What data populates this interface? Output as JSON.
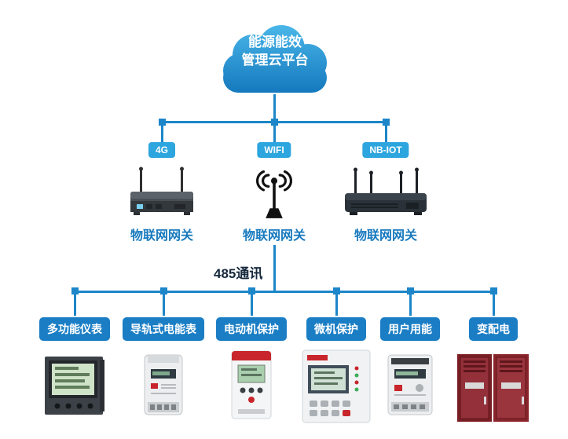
{
  "colors": {
    "line_blue": "#1c86c8",
    "badge_blue": "#2da5de",
    "pill_blue": "#1b7ec5",
    "cloud_blue_top": "#4cb9ea",
    "cloud_blue_bottom": "#0f72b9",
    "bus_text_dark": "#16293d",
    "cabinet_red": "#8a242b"
  },
  "cloud": {
    "title_line1": "能源能效",
    "title_line2": "管理云平台"
  },
  "gateways": [
    {
      "badge": "4G",
      "label": "物联网网关",
      "icon": "4g-router-icon"
    },
    {
      "badge": "WIFI",
      "label": "物联网网关",
      "icon": "wifi-antenna-icon"
    },
    {
      "badge": "NB-IOT",
      "label": "物联网网关",
      "icon": "nbiot-router-icon"
    }
  ],
  "bus": {
    "label": "485通讯"
  },
  "devices": [
    {
      "label": "多功能仪表",
      "icon": "multifunction-meter-icon"
    },
    {
      "label": "导轨式电能表",
      "icon": "din-rail-meter-icon"
    },
    {
      "label": "电动机保护",
      "icon": "motor-protection-icon"
    },
    {
      "label": "微机保护",
      "icon": "microcomputer-protection-icon"
    },
    {
      "label": "用户用能",
      "icon": "user-energy-meter-icon"
    },
    {
      "label": "变配电",
      "icon": "power-distribution-cabinet-icon"
    }
  ]
}
